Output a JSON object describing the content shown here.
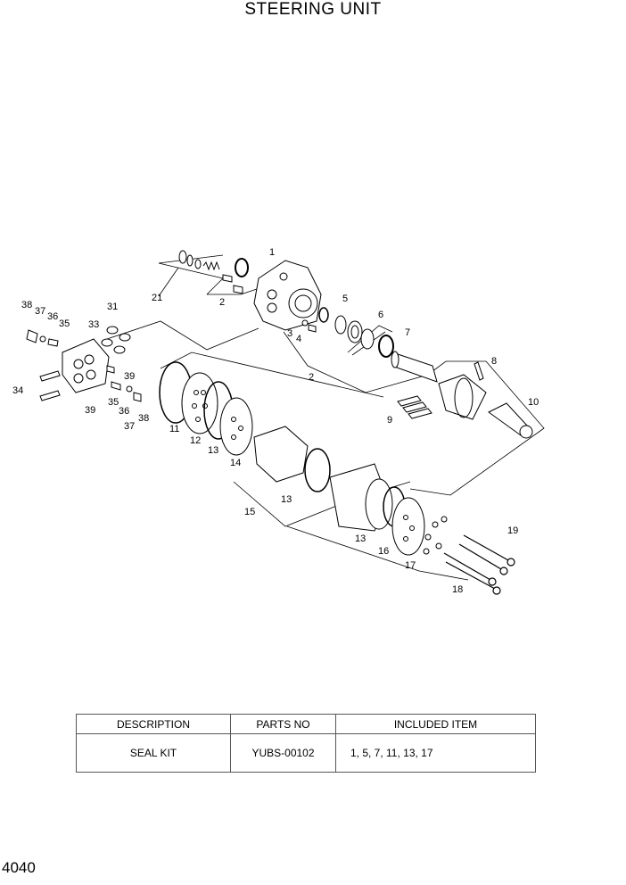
{
  "page": {
    "title": "STEERING UNIT",
    "page_number": "4040"
  },
  "callouts": {
    "c1": "1",
    "c2a": "2",
    "c2b": "2",
    "c3": "3",
    "c4": "4",
    "c5": "5",
    "c6": "6",
    "c7": "7",
    "c8": "8",
    "c9": "9",
    "c10": "10",
    "c11": "11",
    "c12": "12",
    "c13a": "13",
    "c13b": "13",
    "c13c": "13",
    "c14": "14",
    "c15": "15",
    "c16": "16",
    "c17": "17",
    "c18": "18",
    "c19": "19",
    "c21": "21",
    "c31": "31",
    "c33": "33",
    "c34": "34",
    "c35a": "35",
    "c35b": "35",
    "c36a": "36",
    "c36b": "36",
    "c37a": "37",
    "c37b": "37",
    "c38a": "38",
    "c38b": "38",
    "c39a": "39",
    "c39b": "39"
  },
  "kit_table": {
    "headers": [
      "DESCRIPTION",
      "PARTS NO",
      "INCLUDED ITEM"
    ],
    "rows": [
      {
        "description": "SEAL KIT",
        "parts_no": "YUBS-00102",
        "included": "1, 5, 7, 11, 13, 17"
      }
    ]
  }
}
